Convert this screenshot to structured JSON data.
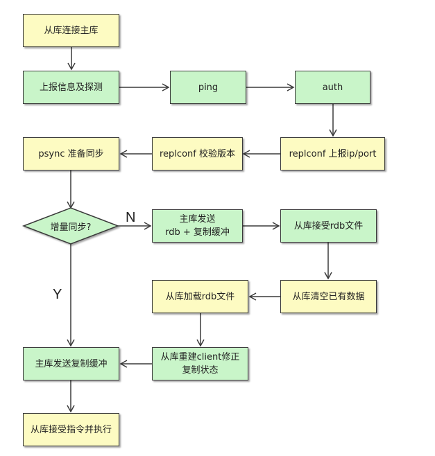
{
  "title": "Redis replication flowchart",
  "colors": {
    "yellow": "#fdfbc2",
    "green": "#c9f5c9",
    "stroke": "#3a3a3a"
  },
  "nodes": {
    "connect": {
      "lines": [
        "从库连接主库"
      ],
      "color": "yellow"
    },
    "report": {
      "lines": [
        "上报信息及探测"
      ],
      "color": "green"
    },
    "ping": {
      "lines": [
        "ping"
      ],
      "color": "green"
    },
    "auth": {
      "lines": [
        "auth"
      ],
      "color": "green"
    },
    "replconf_ip": {
      "lines": [
        "replconf 上报ip/port"
      ],
      "color": "yellow"
    },
    "replconf_ver": {
      "lines": [
        "replconf 校验版本"
      ],
      "color": "yellow"
    },
    "psync": {
      "lines": [
        "psync 准备同步"
      ],
      "color": "yellow"
    },
    "decision": {
      "lines": [
        "增量同步?"
      ],
      "color": "green"
    },
    "send_rdb": {
      "lines": [
        "主库发送",
        "rdb + 复制缓冲"
      ],
      "color": "green"
    },
    "recv_rdb": {
      "lines": [
        "从库接受rdb文件"
      ],
      "color": "green"
    },
    "clear": {
      "lines": [
        "从库清空已有数据"
      ],
      "color": "yellow"
    },
    "load_rdb": {
      "lines": [
        "从库加载rdb文件"
      ],
      "color": "yellow"
    },
    "rebuild": {
      "lines": [
        "从库重建client修正",
        "复制状态"
      ],
      "color": "green"
    },
    "send_buf": {
      "lines": [
        "主库发送复制缓冲"
      ],
      "color": "green"
    },
    "exec": {
      "lines": [
        "从库接受指令并执行"
      ],
      "color": "yellow"
    }
  },
  "edge_labels": {
    "no": "N",
    "yes": "Y"
  }
}
